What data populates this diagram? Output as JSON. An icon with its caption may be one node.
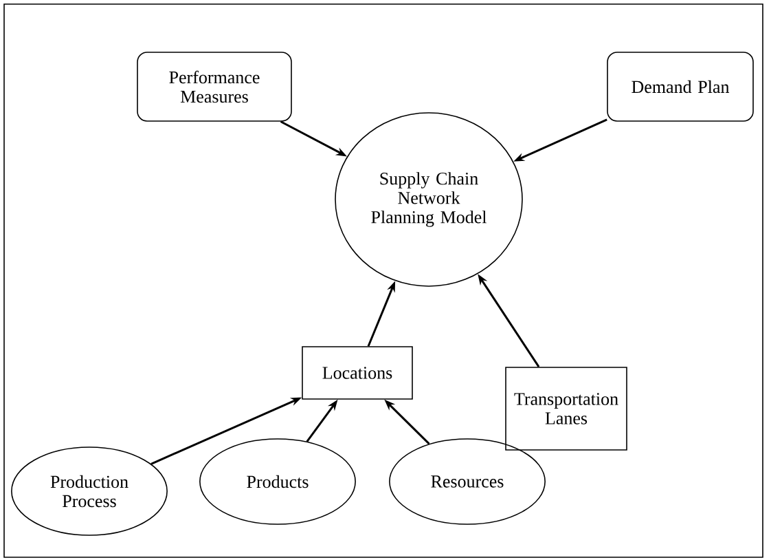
{
  "diagram": {
    "nodes": [
      {
        "text": [
          "Performance Measures"
        ]
      },
      {
        "text": [
          "Demand Plan"
        ]
      },
      {
        "text": [
          "Supply Chain Network Planning Model"
        ]
      },
      {
        "text": [
          "Locations"
        ]
      },
      {
        "text": [
          "Transportation Lanes"
        ]
      },
      {
        "text": [
          "Production Process"
        ]
      },
      {
        "text": [
          "Products"
        ]
      },
      {
        "text": [
          "Resources"
        ]
      }
    ],
    "edges": [
      {
        "from": 0,
        "to": 2,
        "arrow": "to"
      },
      {
        "from": 1,
        "to": 2,
        "arrow": "to"
      },
      {
        "from": 3,
        "to": 2,
        "arrow": "to"
      },
      {
        "from": 4,
        "to": 2,
        "arrow": "to"
      },
      {
        "from": 5,
        "to": 3,
        "arrow": "to"
      },
      {
        "from": 6,
        "to": 3,
        "arrow": "to"
      },
      {
        "from": 7,
        "to": 3,
        "arrow": "to"
      }
    ]
  }
}
